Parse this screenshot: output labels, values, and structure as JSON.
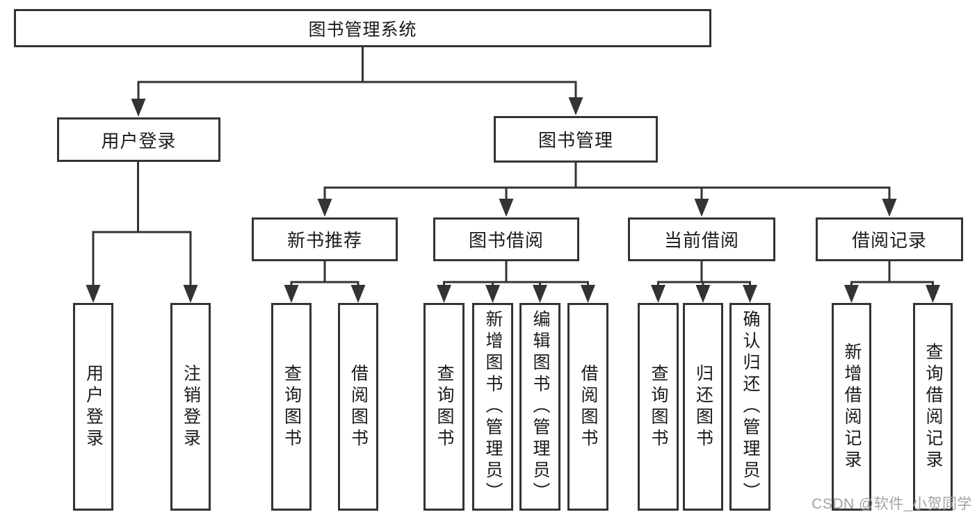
{
  "diagram": {
    "type": "hierarchy-tree",
    "colors": {
      "line": "#333333",
      "box_border": "#333333",
      "text": "#1a1a1a",
      "background": "#ffffff",
      "watermark": "#a2a2a2"
    },
    "tree": {
      "root": "图书管理系统",
      "branches": [
        {
          "label": "用户登录",
          "children": [
            "用户登录",
            "注销登录"
          ]
        },
        {
          "label": "图书管理",
          "children": [
            {
              "label": "新书推荐",
              "children": [
                "查询图书",
                "借阅图书"
              ]
            },
            {
              "label": "图书借阅",
              "children": [
                "查询图书",
                "新增图书（管理员）",
                "编辑图书（管理员）",
                "借阅图书"
              ]
            },
            {
              "label": "当前借阅",
              "children": [
                "查询图书",
                "归还图书",
                "确认归还（管理员）"
              ]
            },
            {
              "label": "借阅记录",
              "children": [
                "新增借阅记录",
                "查询借阅记录"
              ]
            }
          ]
        }
      ]
    },
    "watermark": "CSDN @软件_小贺同学"
  }
}
